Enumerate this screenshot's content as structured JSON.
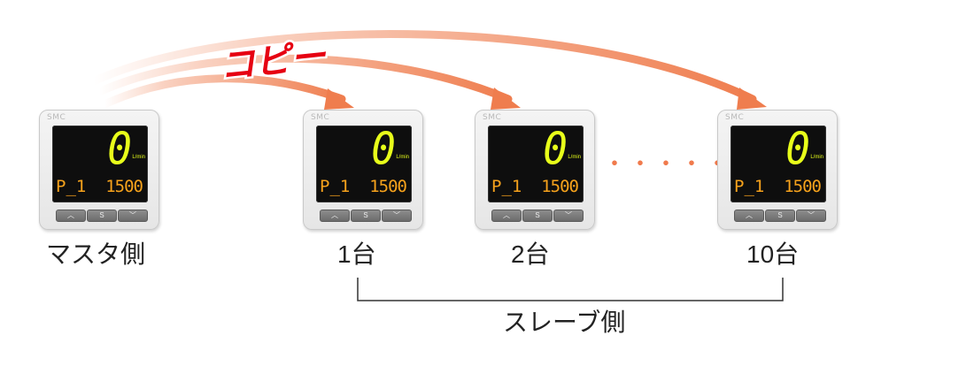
{
  "copy_label": "コピー",
  "devices": [
    {
      "brand": "SMC",
      "value": "0",
      "unit": "L/min",
      "param": "P_1",
      "setval": "1500",
      "buttons": [
        "up-arrow",
        "S",
        "down-arrow"
      ],
      "caption": "マスタ側"
    },
    {
      "brand": "SMC",
      "value": "0",
      "unit": "L/min",
      "param": "P_1",
      "setval": "1500",
      "buttons": [
        "up-arrow",
        "S",
        "down-arrow"
      ],
      "caption": "1台"
    },
    {
      "brand": "SMC",
      "value": "0",
      "unit": "L/min",
      "param": "P_1",
      "setval": "1500",
      "buttons": [
        "up-arrow",
        "S",
        "down-arrow"
      ],
      "caption": "2台"
    },
    {
      "brand": "SMC",
      "value": "0",
      "unit": "L/min",
      "param": "P_1",
      "setval": "1500",
      "buttons": [
        "up-arrow",
        "S",
        "down-arrow"
      ],
      "caption": "10台"
    }
  ],
  "ellipsis": "・・・・・・・",
  "slave_label": "スレーブ側",
  "colors": {
    "arrow": "#ef7d4e",
    "copy_text": "#e60012",
    "display_value": "#e8ff1a",
    "display_param": "#f6a21c"
  }
}
